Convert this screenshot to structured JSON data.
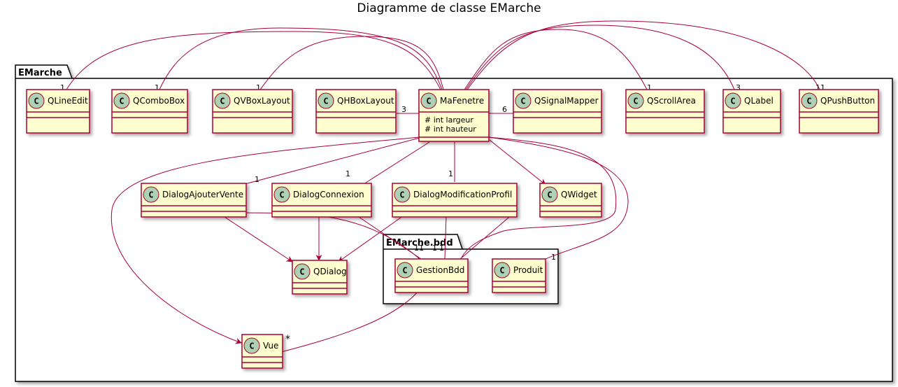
{
  "title": "Diagramme de classe EMarche",
  "packages": {
    "outer": "EMarche",
    "inner": "EMarche.bdd"
  },
  "classes": [
    {
      "id": "qlineedit",
      "name": "QLineEdit"
    },
    {
      "id": "qcombobox",
      "name": "QComboBox"
    },
    {
      "id": "qvboxlayout",
      "name": "QVBoxLayout"
    },
    {
      "id": "qhboxlayout",
      "name": "QHBoxLayout"
    },
    {
      "id": "mafenetre",
      "name": "MaFenetre",
      "attributes": [
        "# int largeur",
        "# int hauteur"
      ]
    },
    {
      "id": "qsignalmapper",
      "name": "QSignalMapper"
    },
    {
      "id": "qscrollarea",
      "name": "QScrollArea"
    },
    {
      "id": "qlabel",
      "name": "QLabel"
    },
    {
      "id": "qpushbutton",
      "name": "QPushButton"
    },
    {
      "id": "dialogajoutervente",
      "name": "DialogAjouterVente"
    },
    {
      "id": "dialogconnexion",
      "name": "DialogConnexion"
    },
    {
      "id": "dialogmodificationprofil",
      "name": "DialogModificationProfil"
    },
    {
      "id": "qwidget",
      "name": "QWidget"
    },
    {
      "id": "qdialog",
      "name": "QDialog"
    },
    {
      "id": "gestionbdd",
      "name": "GestionBdd"
    },
    {
      "id": "produit",
      "name": "Produit"
    },
    {
      "id": "vue",
      "name": "Vue"
    }
  ],
  "stereotype_letter": "C",
  "multiplicities": {
    "qlineedit": "1",
    "qcombobox": "1",
    "qvboxlayout": "1",
    "qhboxlayout": "3",
    "qsignalmapper": "6",
    "qscrollarea": "1",
    "qlabel": "3",
    "qpushbutton": "11",
    "dialogajoutervente": "1",
    "dialogconnexion": "1",
    "dialogmodificationprofil": "1",
    "gestionbdd_a": "11",
    "gestionbdd_b": "1",
    "gestionbdd_c": "1",
    "produit": "1",
    "vue": "*"
  },
  "colors": {
    "class_fill": "#FEFECE",
    "class_border": "#A80036",
    "circle_fill": "#ADD1B2",
    "line": "#A80036"
  }
}
